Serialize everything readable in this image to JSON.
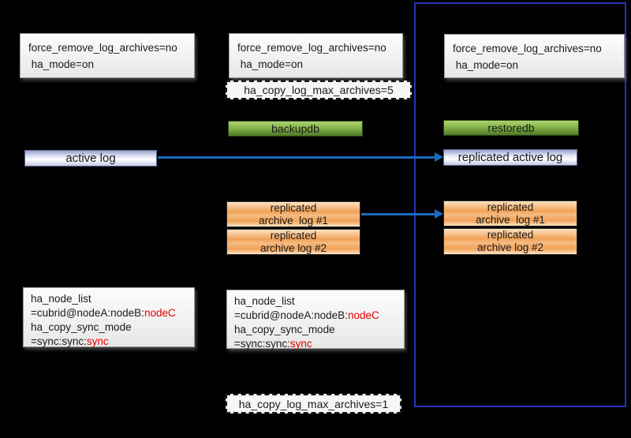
{
  "config_box": {
    "text": "force_remove_log_archives=no\n ha_mode=on"
  },
  "dashed_top": {
    "text": "ha_copy_log_max_archives=5"
  },
  "dashed_bottom": {
    "text": "ha_copy_log_max_archives=1"
  },
  "backupdb": {
    "label": "backupdb"
  },
  "restoredb": {
    "label": "restoredb"
  },
  "active_log": {
    "label": "active log"
  },
  "replicated_active_log": {
    "label": "replicated active log"
  },
  "archive_log_1": {
    "text": "replicated\narchive  log #1"
  },
  "archive_log_2": {
    "text": "replicated\narchive log #2"
  },
  "ha_settings": {
    "line1": "ha_node_list",
    "line2_prefix": "=cubrid@nodeA:nodeB:",
    "line2_highlight": "nodeC",
    "line3": "ha_copy_sync_mode",
    "line4_prefix": "=sync:sync:",
    "line4_highlight": "sync"
  },
  "colors": {
    "background": "#000000",
    "frame_blue": "#2633b8",
    "arrow_blue": "#1c6bbf",
    "highlight_red": "#e60000",
    "green_fill": "#8ab94e",
    "orange_fill": "#f2a258",
    "lavender_fill": "#c4c9e6"
  }
}
